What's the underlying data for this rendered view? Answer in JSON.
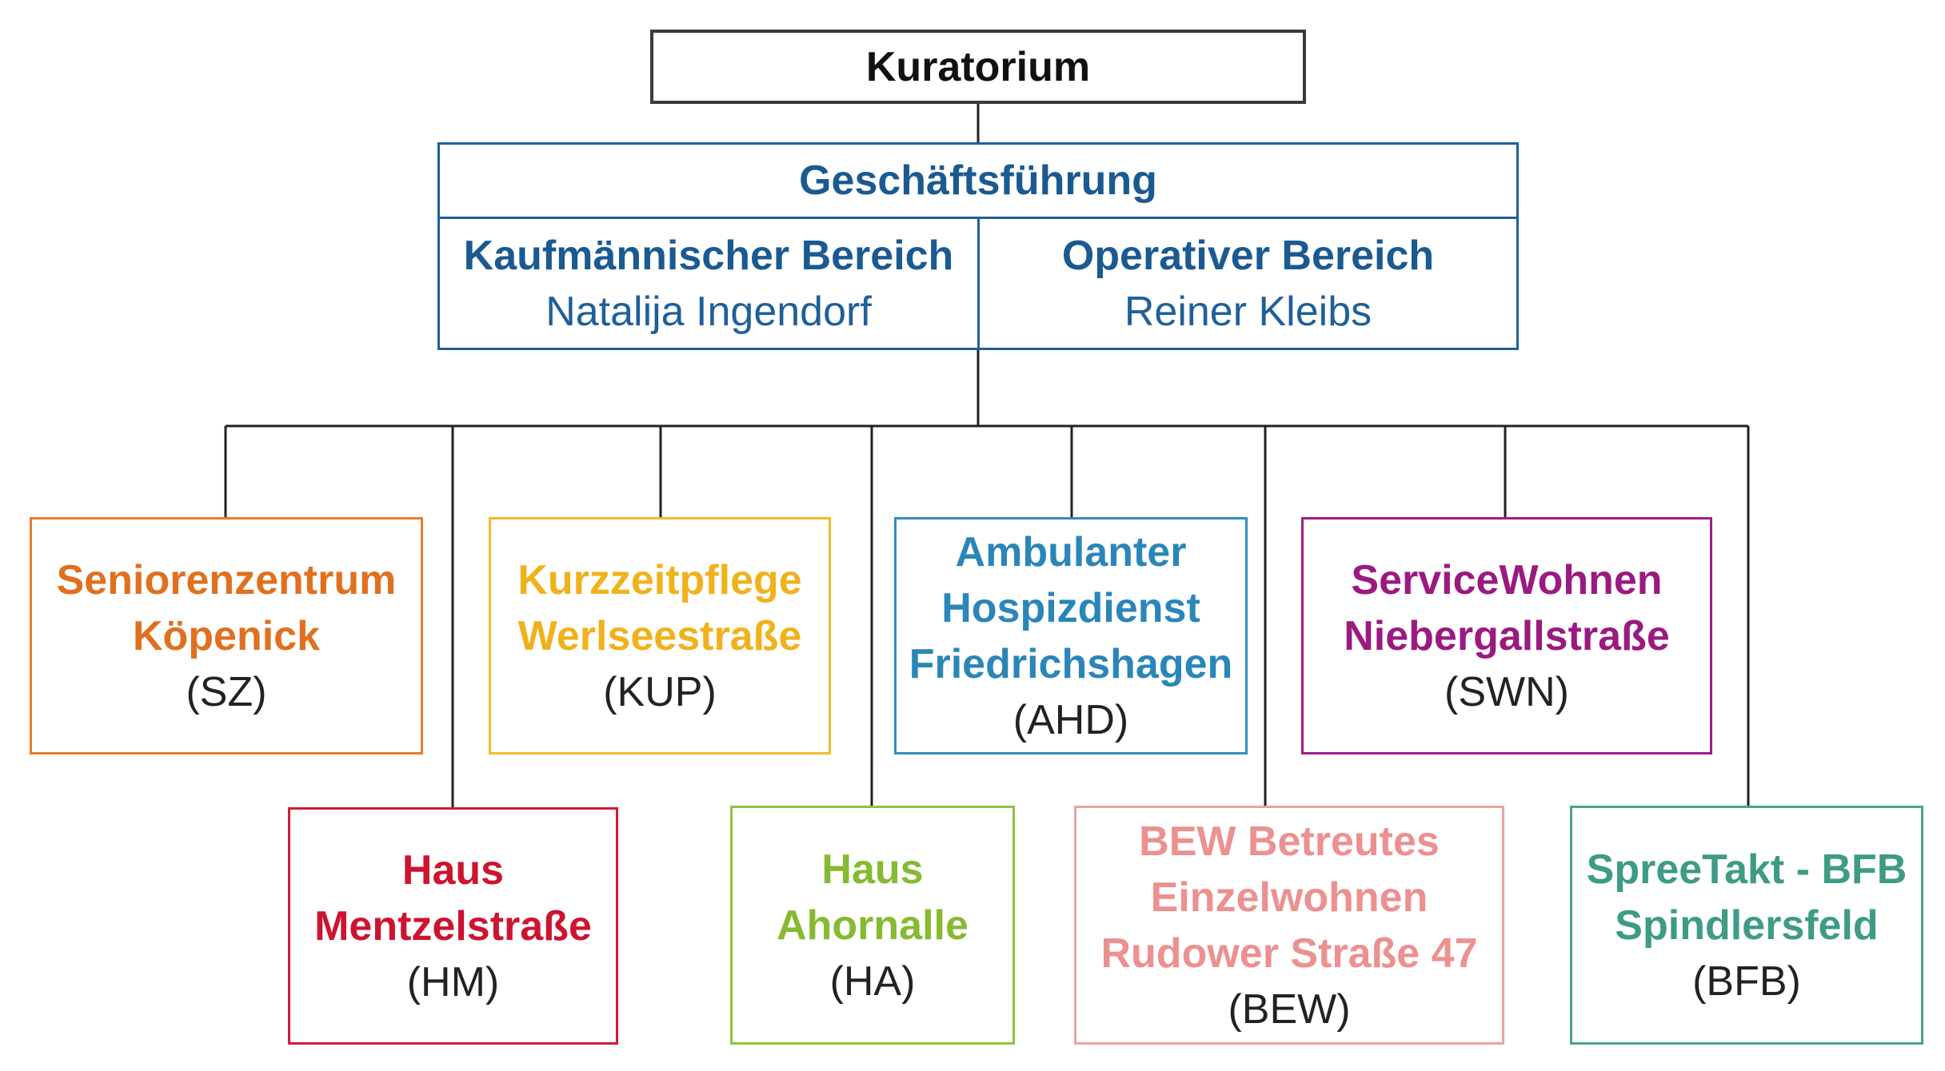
{
  "board": {
    "title": "Kuratorium"
  },
  "management": {
    "title": "Geschäftsführung",
    "departments": [
      {
        "name": "Kaufmännischer Bereich",
        "person": "Natalija Ingendorf"
      },
      {
        "name": "Operativer Bereich",
        "person": "Reiner Kleibs"
      }
    ]
  },
  "units": {
    "sz": {
      "lines": [
        "Seniorenzentrum",
        "Köpenick"
      ],
      "abbr": "(SZ)"
    },
    "kup": {
      "lines": [
        "Kurzzeitpflege",
        "Werlseestraße"
      ],
      "abbr": "(KUP)"
    },
    "ahd": {
      "lines": [
        "Ambulanter",
        "Hospizdienst",
        "Friedrichshagen"
      ],
      "abbr": "(AHD)"
    },
    "swn": {
      "lines": [
        "ServiceWohnen",
        "Niebergallstraße"
      ],
      "abbr": "(SWN)"
    },
    "hm": {
      "lines": [
        "Haus",
        "Mentzelstraße"
      ],
      "abbr": "(HM)"
    },
    "ha": {
      "lines": [
        "Haus",
        "Ahornalle"
      ],
      "abbr": "(HA)"
    },
    "bew": {
      "lines": [
        "BEW Betreutes",
        "Einzelwohnen",
        "Rudower Straße 47"
      ],
      "abbr": "(BEW)"
    },
    "bfb": {
      "lines": [
        "SpreeTakt - BFB",
        "Spindlersfeld"
      ],
      "abbr": "(BFB)"
    }
  },
  "colors": {
    "connector": "#222222",
    "management": "#1a5a91",
    "sz": "#e0701f",
    "kup": "#f0b21c",
    "ahd": "#2a86b8",
    "swn": "#9a1a80",
    "hm": "#cc1430",
    "ha": "#85ba31",
    "bew": "#ec9090",
    "bfb": "#3e9b85"
  }
}
